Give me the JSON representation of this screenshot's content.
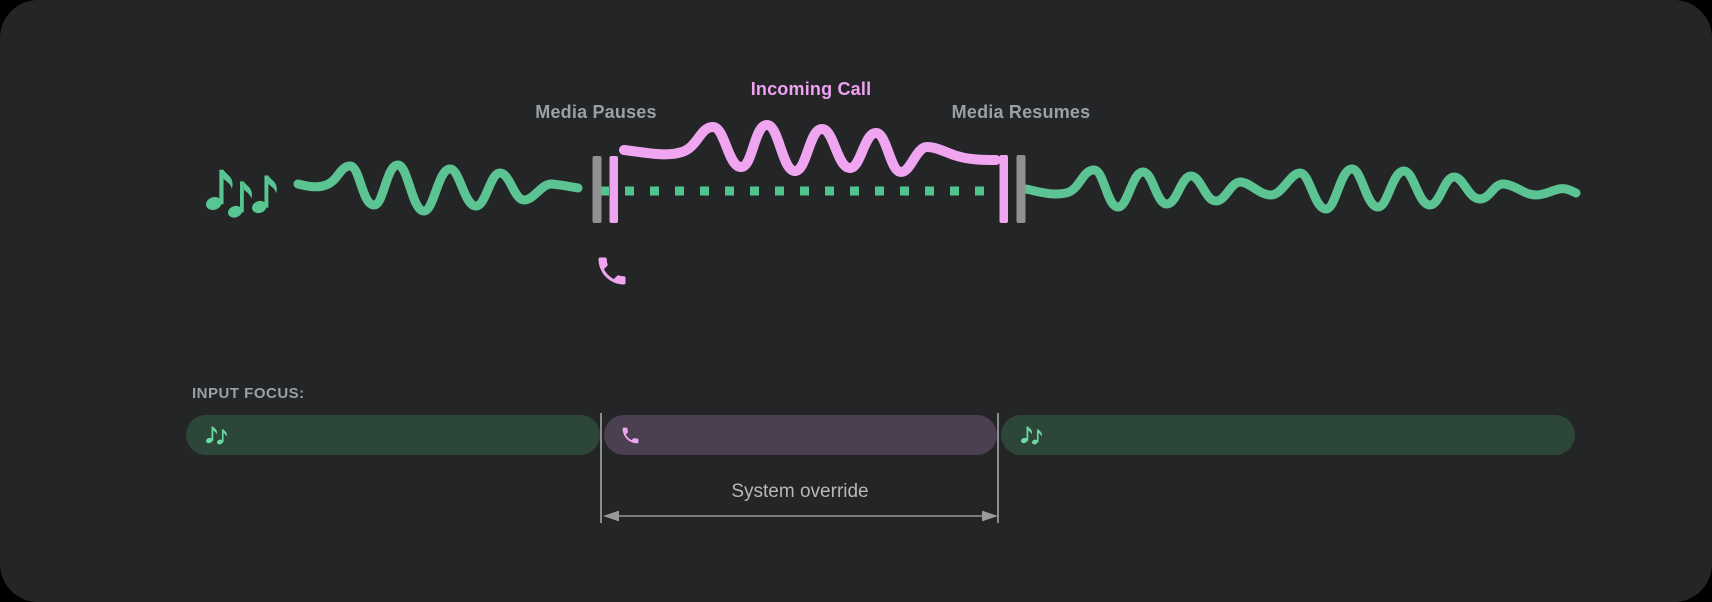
{
  "scene": {
    "background_color": "#000000",
    "card_color": "#242526"
  },
  "timeline": {
    "media_pauses_label": "Media Pauses",
    "incoming_call_label": "Incoming Call",
    "media_resumes_label": "Media Resumes",
    "media_wave_color": "#5cc392",
    "call_wave_color": "#f0a5f1",
    "paused_media_dots_color": "#4fc48e",
    "pause_marker_gray_color": "#919191",
    "call_marker_pink_color": "#f0a5f1",
    "label_color": "#9aa0a6",
    "incoming_call_label_color": "#f0a2f2",
    "media_icon": "music-notes-icon",
    "call_icon": "phone-icon"
  },
  "input_focus": {
    "label": "INPUT FOCUS:",
    "system_override_label": "System override",
    "segments": [
      {
        "name": "media-before-call",
        "type": "media",
        "icon": "music-notes-icon",
        "color": "#2c4739"
      },
      {
        "name": "call",
        "type": "call",
        "icon": "phone-icon",
        "color": "#4a4052"
      },
      {
        "name": "media-after-call",
        "type": "media",
        "icon": "music-notes-icon",
        "color": "#2c4739"
      }
    ]
  }
}
